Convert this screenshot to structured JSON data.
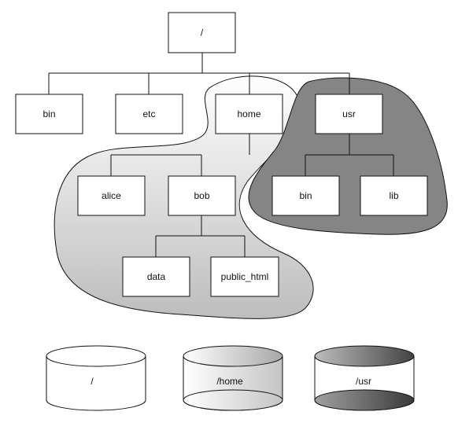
{
  "colors": {
    "node_fill": "#ffffff",
    "node_stroke": "#111111",
    "home_region_top": "#ffffff",
    "home_region_bottom": "#bdbdbd",
    "usr_region": "#858585",
    "disk_root_fill": "#ffffff",
    "disk_home_fill": "#d9d9d9",
    "disk_usr_fill": "#7a7a7a"
  },
  "tree": {
    "root": "/",
    "bin": "bin",
    "etc": "etc",
    "home": "home",
    "usr": "usr",
    "alice": "alice",
    "bob": "bob",
    "usr_bin": "bin",
    "usr_lib": "lib",
    "data": "data",
    "public_html": "public_html"
  },
  "disks": {
    "root": "/",
    "home": "/home",
    "usr": "/usr"
  }
}
